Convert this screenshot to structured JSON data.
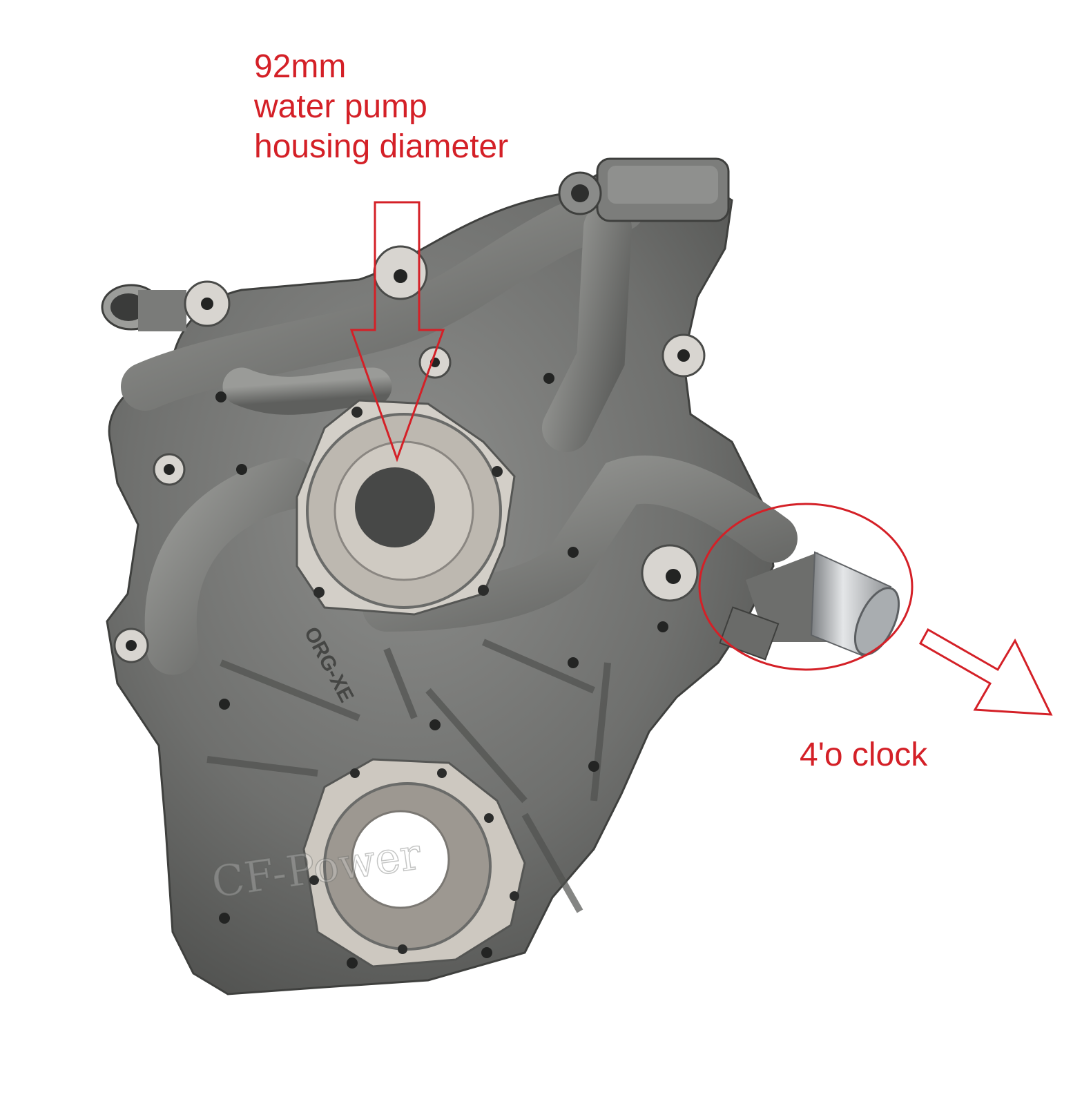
{
  "annotation": {
    "diameter_value": "92mm",
    "diameter_line2": "water pump",
    "diameter_line3": "housing diameter",
    "orientation_label": "4'o clock",
    "color": "#d42027"
  },
  "part": {
    "casting_mark": "ORG-XE",
    "watermark": "CF-Power",
    "metal_color": "#7a7b7a",
    "machined_color": "#c9c4bc"
  }
}
